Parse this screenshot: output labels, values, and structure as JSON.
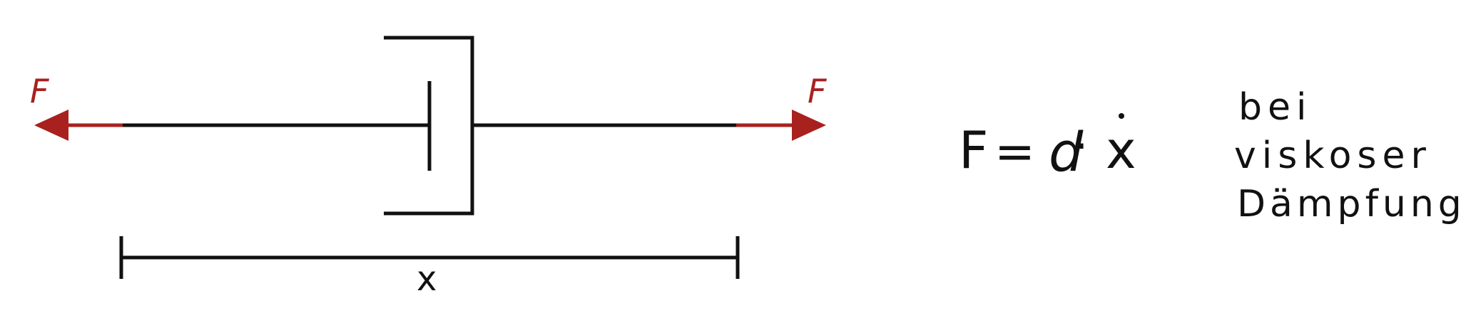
{
  "diagram": {
    "force_left_label": "F",
    "force_right_label": "F",
    "length_label": "x",
    "formula": {
      "lhs": "F",
      "eq": "=",
      "d": "d",
      "dot": "·",
      "xdot": "x"
    },
    "note_lines": [
      "bei",
      "viskoser",
      "Dämpfung"
    ],
    "colors": {
      "ink": "#111111",
      "force": "#a8211e",
      "background": "#ffffff"
    }
  }
}
